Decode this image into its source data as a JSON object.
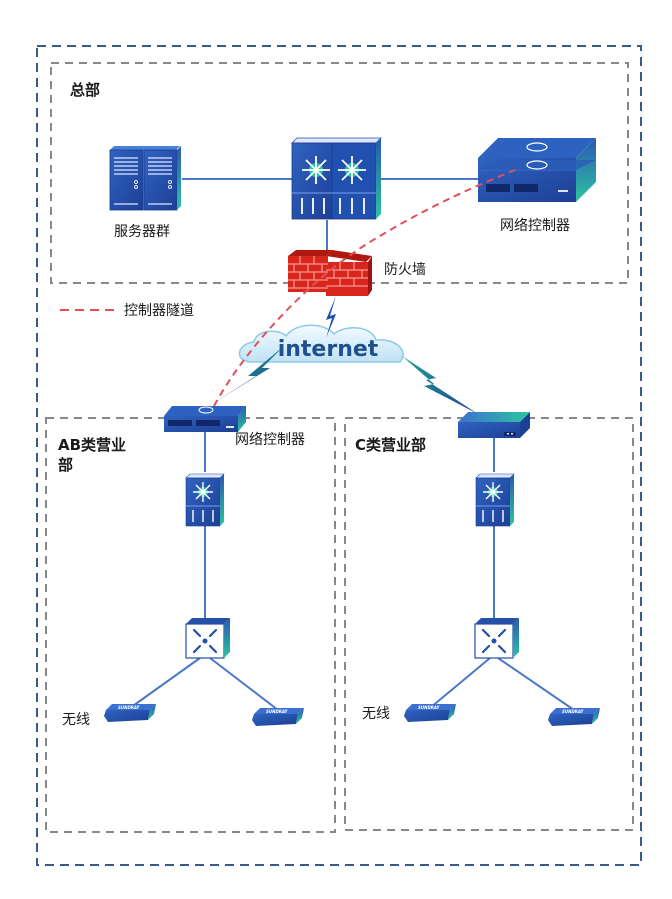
{
  "diagram": {
    "zones": {
      "headquarters": {
        "title": "总部"
      },
      "branch_ab": {
        "title_line1": "AB类营业",
        "title_line2": "部"
      },
      "branch_c": {
        "title": "C类营业部"
      }
    },
    "devices": {
      "server_cluster": {
        "label": "服务器群",
        "icon": "server-rack"
      },
      "core_switch": {
        "label": "",
        "icon": "layer3-switch-stack"
      },
      "hq_controller": {
        "label": "网络控制器",
        "icon": "network-controller"
      },
      "firewall": {
        "label": "防火墙",
        "icon": "firewall-brick"
      },
      "internet": {
        "label": "internet",
        "icon": "cloud"
      },
      "ab_controller": {
        "label": "网络控制器",
        "icon": "network-controller"
      },
      "ab_switch": {
        "label": "",
        "icon": "layer3-switch"
      },
      "ab_ac": {
        "label": "",
        "icon": "wireless-controller"
      },
      "ab_ap_left": {
        "label": "无线",
        "icon": "access-point",
        "brand": "SUNDRAY"
      },
      "ab_ap_right": {
        "label": "",
        "icon": "access-point",
        "brand": "SUNDRAY"
      },
      "c_router": {
        "label": "",
        "icon": "router"
      },
      "c_switch": {
        "label": "",
        "icon": "layer3-switch"
      },
      "c_ac": {
        "label": "",
        "icon": "wireless-controller"
      },
      "c_ap_left": {
        "label": "无线",
        "icon": "access-point",
        "brand": "SUNDRAY"
      },
      "c_ap_right": {
        "label": "",
        "icon": "access-point",
        "brand": "SUNDRAY"
      }
    },
    "legend": {
      "items": [
        {
          "style": "dashed-red",
          "label": "控制器隧道"
        }
      ]
    },
    "colors": {
      "outer_border": "#3a5a8c",
      "zone_border": "#888888",
      "link": "#4a78c8",
      "tunnel": "#e0505a",
      "device_blue": "#2450a8",
      "device_teal": "#2ec4a0",
      "firewall_red": "#d8261c"
    }
  }
}
